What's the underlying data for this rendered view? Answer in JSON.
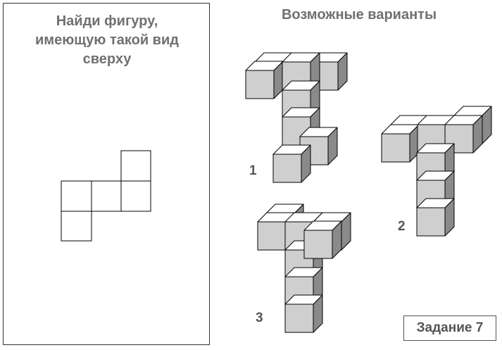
{
  "left": {
    "title_lines": [
      "Найди фигуру,",
      "имеющую такой вид",
      "сверху"
    ]
  },
  "right": {
    "title": "Возможные варианты"
  },
  "options": [
    {
      "label": "1"
    },
    {
      "label": "2"
    },
    {
      "label": "3"
    }
  ],
  "task": {
    "label": "Задание 7"
  },
  "colors": {
    "cube_front": "#cfcfcf",
    "cube_top": "#ffffff",
    "cube_side": "#8a8a8a",
    "stroke": "#000000",
    "text": "#707070"
  }
}
